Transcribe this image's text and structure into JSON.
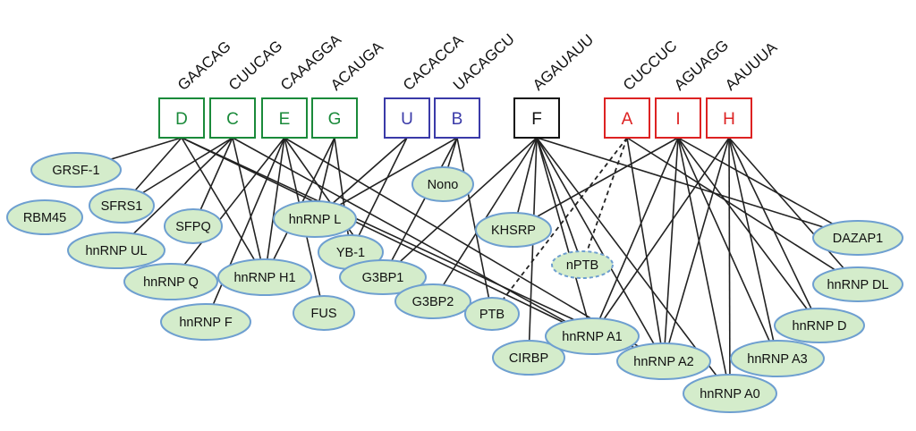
{
  "motifs": [
    {
      "id": "D",
      "label": "D",
      "sequence": "GAACAG",
      "color": "#1a8a3a"
    },
    {
      "id": "C",
      "label": "C",
      "sequence": "CUUCAG",
      "color": "#1a8a3a"
    },
    {
      "id": "E",
      "label": "E",
      "sequence": "CAAAGGA",
      "color": "#1a8a3a"
    },
    {
      "id": "G",
      "label": "G",
      "sequence": "ACAUGA",
      "color": "#1a8a3a"
    },
    {
      "id": "U",
      "label": "U",
      "sequence": "CACACCA",
      "color": "#3a3aa8"
    },
    {
      "id": "B",
      "label": "B",
      "sequence": "UACAGCU",
      "color": "#3a3aa8"
    },
    {
      "id": "F",
      "label": "F",
      "sequence": "AGAUAUU",
      "color": "#111111"
    },
    {
      "id": "A",
      "label": "A",
      "sequence": "CUCCUC",
      "color": "#dd2222"
    },
    {
      "id": "I",
      "label": "I",
      "sequence": "AGUAGG",
      "color": "#dd2222"
    },
    {
      "id": "H",
      "label": "H",
      "sequence": "AAUUUA",
      "color": "#dd2222"
    }
  ],
  "proteins": [
    {
      "id": "GRSF-1",
      "label": "GRSF-1"
    },
    {
      "id": "RBM45",
      "label": "RBM45"
    },
    {
      "id": "SFRS1",
      "label": "SFRS1"
    },
    {
      "id": "SFPQ",
      "label": "SFPQ"
    },
    {
      "id": "hnRNP UL",
      "label": "hnRNP UL"
    },
    {
      "id": "hnRNP Q",
      "label": "hnRNP Q"
    },
    {
      "id": "hnRNP F",
      "label": "hnRNP F"
    },
    {
      "id": "hnRNP H1",
      "label": "hnRNP H1"
    },
    {
      "id": "FUS",
      "label": "FUS"
    },
    {
      "id": "hnRNP L",
      "label": "hnRNP L"
    },
    {
      "id": "YB-1",
      "label": "YB-1"
    },
    {
      "id": "G3BP1",
      "label": "G3BP1"
    },
    {
      "id": "G3BP2",
      "label": "G3BP2"
    },
    {
      "id": "Nono",
      "label": "Nono"
    },
    {
      "id": "PTB",
      "label": "PTB"
    },
    {
      "id": "KHSRP",
      "label": "KHSRP"
    },
    {
      "id": "nPTB",
      "label": "nPTB",
      "dashed": true
    },
    {
      "id": "CIRBP",
      "label": "CIRBP"
    },
    {
      "id": "hnRNP A1",
      "label": "hnRNP A1"
    },
    {
      "id": "hnRNP A2",
      "label": "hnRNP A2"
    },
    {
      "id": "hnRNP A0",
      "label": "hnRNP A0"
    },
    {
      "id": "hnRNP A3",
      "label": "hnRNP A3"
    },
    {
      "id": "hnRNP D",
      "label": "hnRNP D"
    },
    {
      "id": "hnRNP DL",
      "label": "hnRNP DL"
    },
    {
      "id": "DAZAP1",
      "label": "DAZAP1"
    }
  ],
  "edges": [
    {
      "from": "D",
      "to": "GRSF-1"
    },
    {
      "from": "D",
      "to": "SFRS1"
    },
    {
      "from": "D",
      "to": "hnRNP H1"
    },
    {
      "from": "D",
      "to": "hnRNP A1"
    },
    {
      "from": "D",
      "to": "hnRNP A2"
    },
    {
      "from": "C",
      "to": "SFRS1"
    },
    {
      "from": "C",
      "to": "hnRNP UL"
    },
    {
      "from": "C",
      "to": "SFPQ"
    },
    {
      "from": "C",
      "to": "hnRNP H1"
    },
    {
      "from": "C",
      "to": "hnRNP A1"
    },
    {
      "from": "E",
      "to": "hnRNP Q"
    },
    {
      "from": "E",
      "to": "hnRNP F"
    },
    {
      "from": "E",
      "to": "hnRNP H1"
    },
    {
      "from": "E",
      "to": "FUS"
    },
    {
      "from": "E",
      "to": "G3BP1"
    },
    {
      "from": "E",
      "to": "hnRNP A2"
    },
    {
      "from": "G",
      "to": "hnRNP L"
    },
    {
      "from": "G",
      "to": "YB-1"
    },
    {
      "from": "G",
      "to": "hnRNP H1"
    },
    {
      "from": "U",
      "to": "hnRNP L"
    },
    {
      "from": "U",
      "to": "YB-1"
    },
    {
      "from": "B",
      "to": "Nono"
    },
    {
      "from": "B",
      "to": "hnRNP L"
    },
    {
      "from": "B",
      "to": "G3BP1"
    },
    {
      "from": "B",
      "to": "PTB"
    },
    {
      "from": "F",
      "to": "G3BP1"
    },
    {
      "from": "F",
      "to": "G3BP2"
    },
    {
      "from": "F",
      "to": "KHSRP"
    },
    {
      "from": "F",
      "to": "CIRBP"
    },
    {
      "from": "F",
      "to": "nPTB"
    },
    {
      "from": "F",
      "to": "hnRNP A1"
    },
    {
      "from": "F",
      "to": "hnRNP A2"
    },
    {
      "from": "F",
      "to": "hnRNP A0"
    },
    {
      "from": "F",
      "to": "DAZAP1"
    },
    {
      "from": "A",
      "to": "PTB",
      "dashed": true
    },
    {
      "from": "A",
      "to": "nPTB",
      "dashed": true
    },
    {
      "from": "A",
      "to": "hnRNP A2"
    },
    {
      "from": "A",
      "to": "hnRNP DL"
    },
    {
      "from": "I",
      "to": "KHSRP"
    },
    {
      "from": "I",
      "to": "hnRNP A1"
    },
    {
      "from": "I",
      "to": "hnRNP A2"
    },
    {
      "from": "I",
      "to": "hnRNP A0"
    },
    {
      "from": "I",
      "to": "hnRNP A3"
    },
    {
      "from": "I",
      "to": "hnRNP D"
    },
    {
      "from": "I",
      "to": "DAZAP1"
    },
    {
      "from": "H",
      "to": "hnRNP A1"
    },
    {
      "from": "H",
      "to": "hnRNP A2"
    },
    {
      "from": "H",
      "to": "hnRNP A0"
    },
    {
      "from": "H",
      "to": "hnRNP A3"
    },
    {
      "from": "H",
      "to": "hnRNP D"
    },
    {
      "from": "H",
      "to": "hnRNP DL"
    }
  ]
}
